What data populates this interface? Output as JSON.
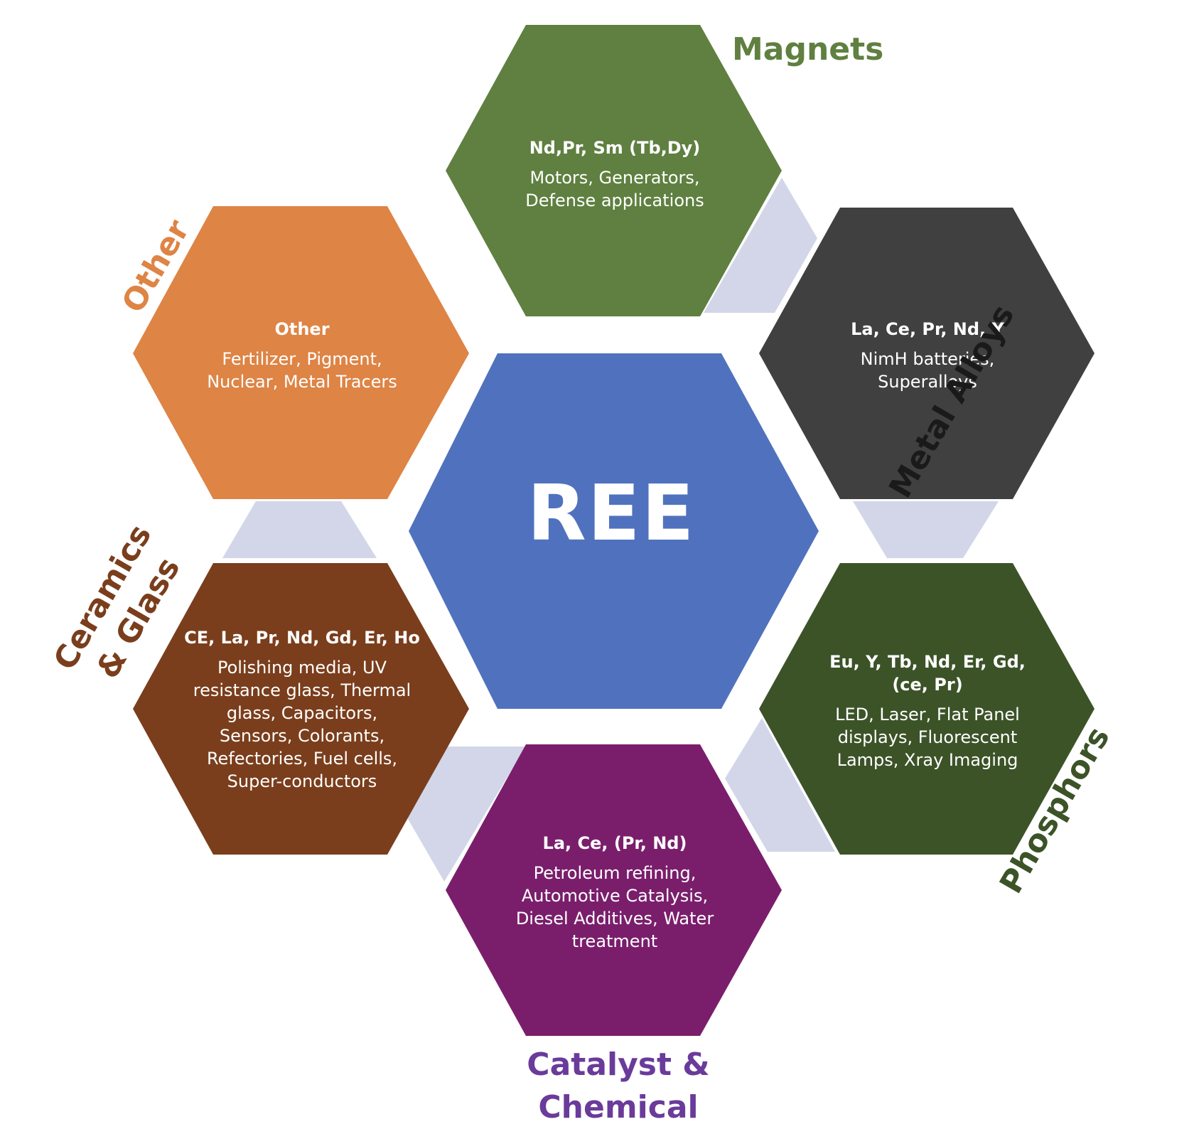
{
  "center": {
    "label": "REE",
    "color": "#5072be"
  },
  "connector_color": "#d2d6e8",
  "categories": {
    "magnets": {
      "title": "Magnets",
      "color": "#5f8040",
      "title_color": "#5f8040",
      "elements": "Nd,Pr, Sm (Tb,Dy)",
      "applications": "Motors, Generators, Defense applications"
    },
    "metal_alloys": {
      "title": "Metal Alloys",
      "color": "#404040",
      "title_color": "#1a1a1a",
      "elements": "La, Ce, Pr, Nd, Y",
      "applications": "NimH batteries, Superalloys"
    },
    "phosphors": {
      "title": "Phosphors",
      "color": "#3c5328",
      "title_color": "#3c5328",
      "elements": "Eu, Y, Tb, Nd, Er, Gd, (ce, Pr)",
      "applications": "LED, Laser, Flat Panel displays, Fluorescent Lamps, Xray Imaging"
    },
    "catalyst": {
      "title": "Catalyst & Chemical",
      "color": "#7a1e6c",
      "title_color": "#6a3b9a",
      "elements": "La, Ce, (Pr, Nd)",
      "applications": "Petroleum refining, Automotive Catalysis, Diesel Additives, Water treatment"
    },
    "ceramics": {
      "title": "Ceramics & Glass",
      "color": "#7a3e1c",
      "title_color": "#7a3e1c",
      "elements": "CE, La, Pr, Nd, Gd, Er, Ho",
      "applications": "Polishing media, UV resistance glass, Thermal glass, Capacitors, Sensors, Colorants, Refectories, Fuel cells, Super-conductors"
    },
    "other": {
      "title": "Other",
      "color": "#de8445",
      "title_color": "#de8445",
      "elements": "Other",
      "applications": "Fertilizer, Pigment, Nuclear, Metal Tracers"
    }
  }
}
